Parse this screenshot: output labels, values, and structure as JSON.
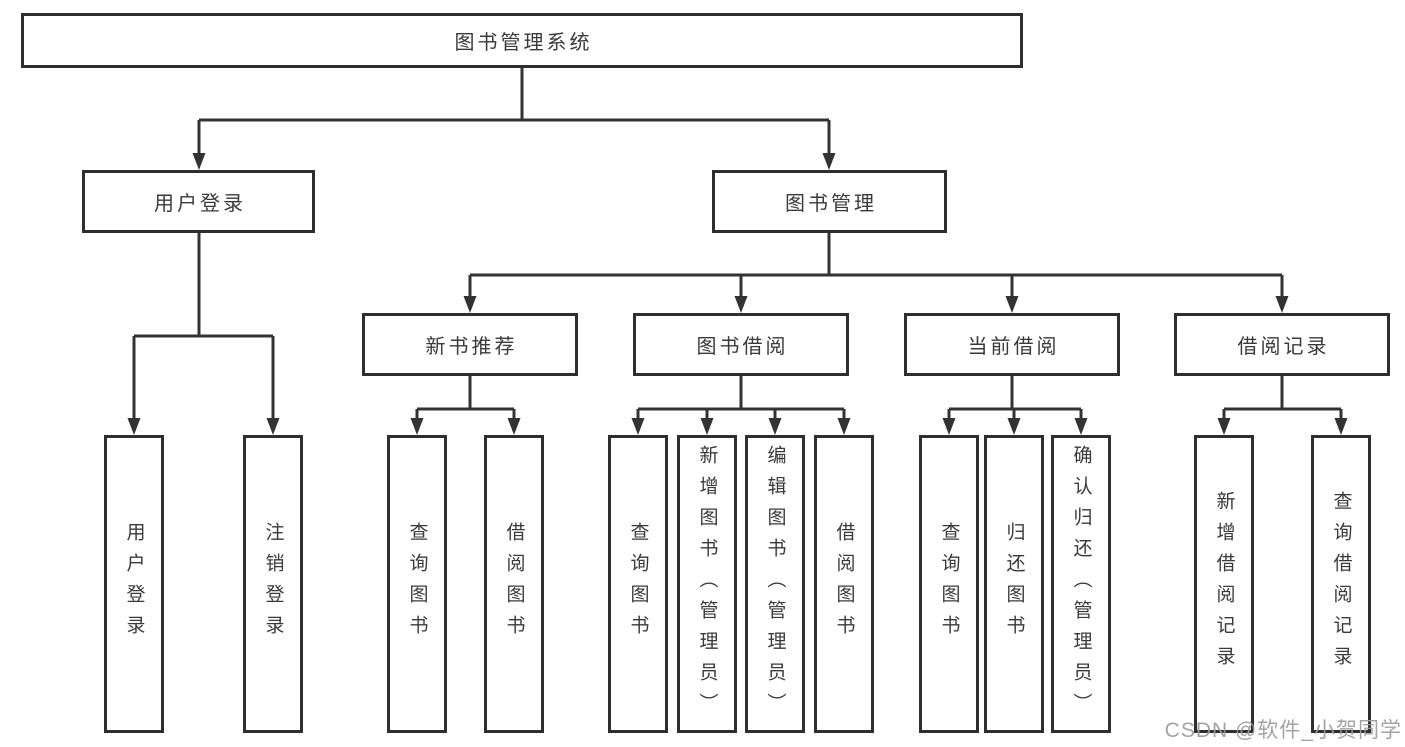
{
  "tree": {
    "label": "图书管理系统",
    "children": [
      {
        "label": "用户登录",
        "children": [
          {
            "label": "用户登录"
          },
          {
            "label": "注销登录"
          }
        ]
      },
      {
        "label": "图书管理",
        "children": [
          {
            "label": "新书推荐",
            "children": [
              {
                "label": "查询图书"
              },
              {
                "label": "借阅图书"
              }
            ]
          },
          {
            "label": "图书借阅",
            "children": [
              {
                "label": "查询图书"
              },
              {
                "label": "新增图书（管理员）"
              },
              {
                "label": "编辑图书（管理员）"
              },
              {
                "label": "借阅图书"
              }
            ]
          },
          {
            "label": "当前借阅",
            "children": [
              {
                "label": "查询图书"
              },
              {
                "label": "归还图书"
              },
              {
                "label": "确认归还（管理员）"
              }
            ]
          },
          {
            "label": "借阅记录",
            "children": [
              {
                "label": "新增借阅记录"
              },
              {
                "label": "查询借阅记录"
              }
            ]
          }
        ]
      }
    ]
  },
  "watermark": {
    "text": "CSDN @软件_小贺同学"
  },
  "colors": {
    "line": "#333333",
    "box_border": "#2e2e2e",
    "text": "#3a3a3a",
    "background": "#ffffff",
    "watermark": "#9c9c9c"
  }
}
